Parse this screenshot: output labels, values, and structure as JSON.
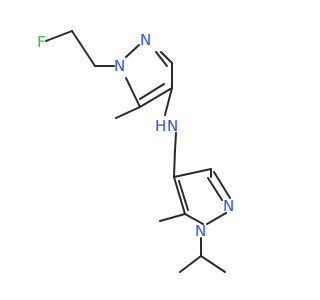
{
  "atoms": {
    "F": {
      "label": "F",
      "color": "#33cc33"
    },
    "N1": {
      "label": "N",
      "color": "#3050f8"
    },
    "N2": {
      "label": "N",
      "color": "#3050f8"
    },
    "NH_N": {
      "label": "N",
      "color": "#3050f8"
    },
    "NH_H": {
      "label": "H",
      "color": "#3050f8"
    },
    "N3": {
      "label": "N",
      "color": "#3050f8"
    },
    "N4": {
      "label": "N",
      "color": "#3050f8"
    }
  }
}
